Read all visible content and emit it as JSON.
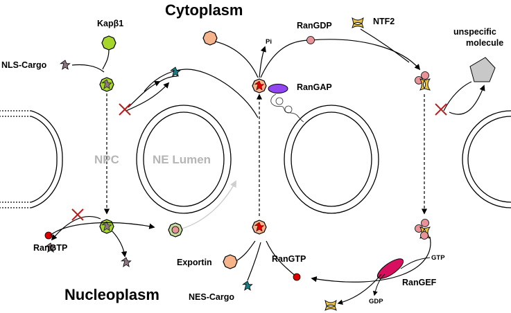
{
  "labels": {
    "cytoplasm": "Cytoplasm",
    "nucleoplasm": "Nucleoplasm",
    "npc": "NPC",
    "ne_lumen": "NE Lumen",
    "kapb1": "Kapβ1",
    "nls_cargo": "NLS-Cargo",
    "rangtp_left": "RanGTP",
    "exportin": "Exportin",
    "nes_cargo": "NES-Cargo",
    "rangtp_right": "RanGTP",
    "rangdp": "RanGDP",
    "pi": "Pi",
    "rangap": "RanGAP",
    "ntf2": "NTF2",
    "unspecific_line1": "unspecific",
    "unspecific_line2": "molecule",
    "rangef": "RanGEF",
    "gtp": "GTP",
    "gdp": "GDP"
  },
  "colors": {
    "kap_green": "#a6d62a",
    "kap_ring": "#c5dc9e",
    "cargo_star": "#8c7782",
    "nes_star": "#157f86",
    "ran_red": "#dd0000",
    "exportin_orange": "#f6b48d",
    "rangdp_pink": "#e79398",
    "rangap_purple": "#9146f0",
    "ntf2_yellow": "#e9c13a",
    "rangef_magenta": "#d70f5e",
    "block_cross": "#b81d1d",
    "lumen_gray": "#b5b5b5"
  }
}
